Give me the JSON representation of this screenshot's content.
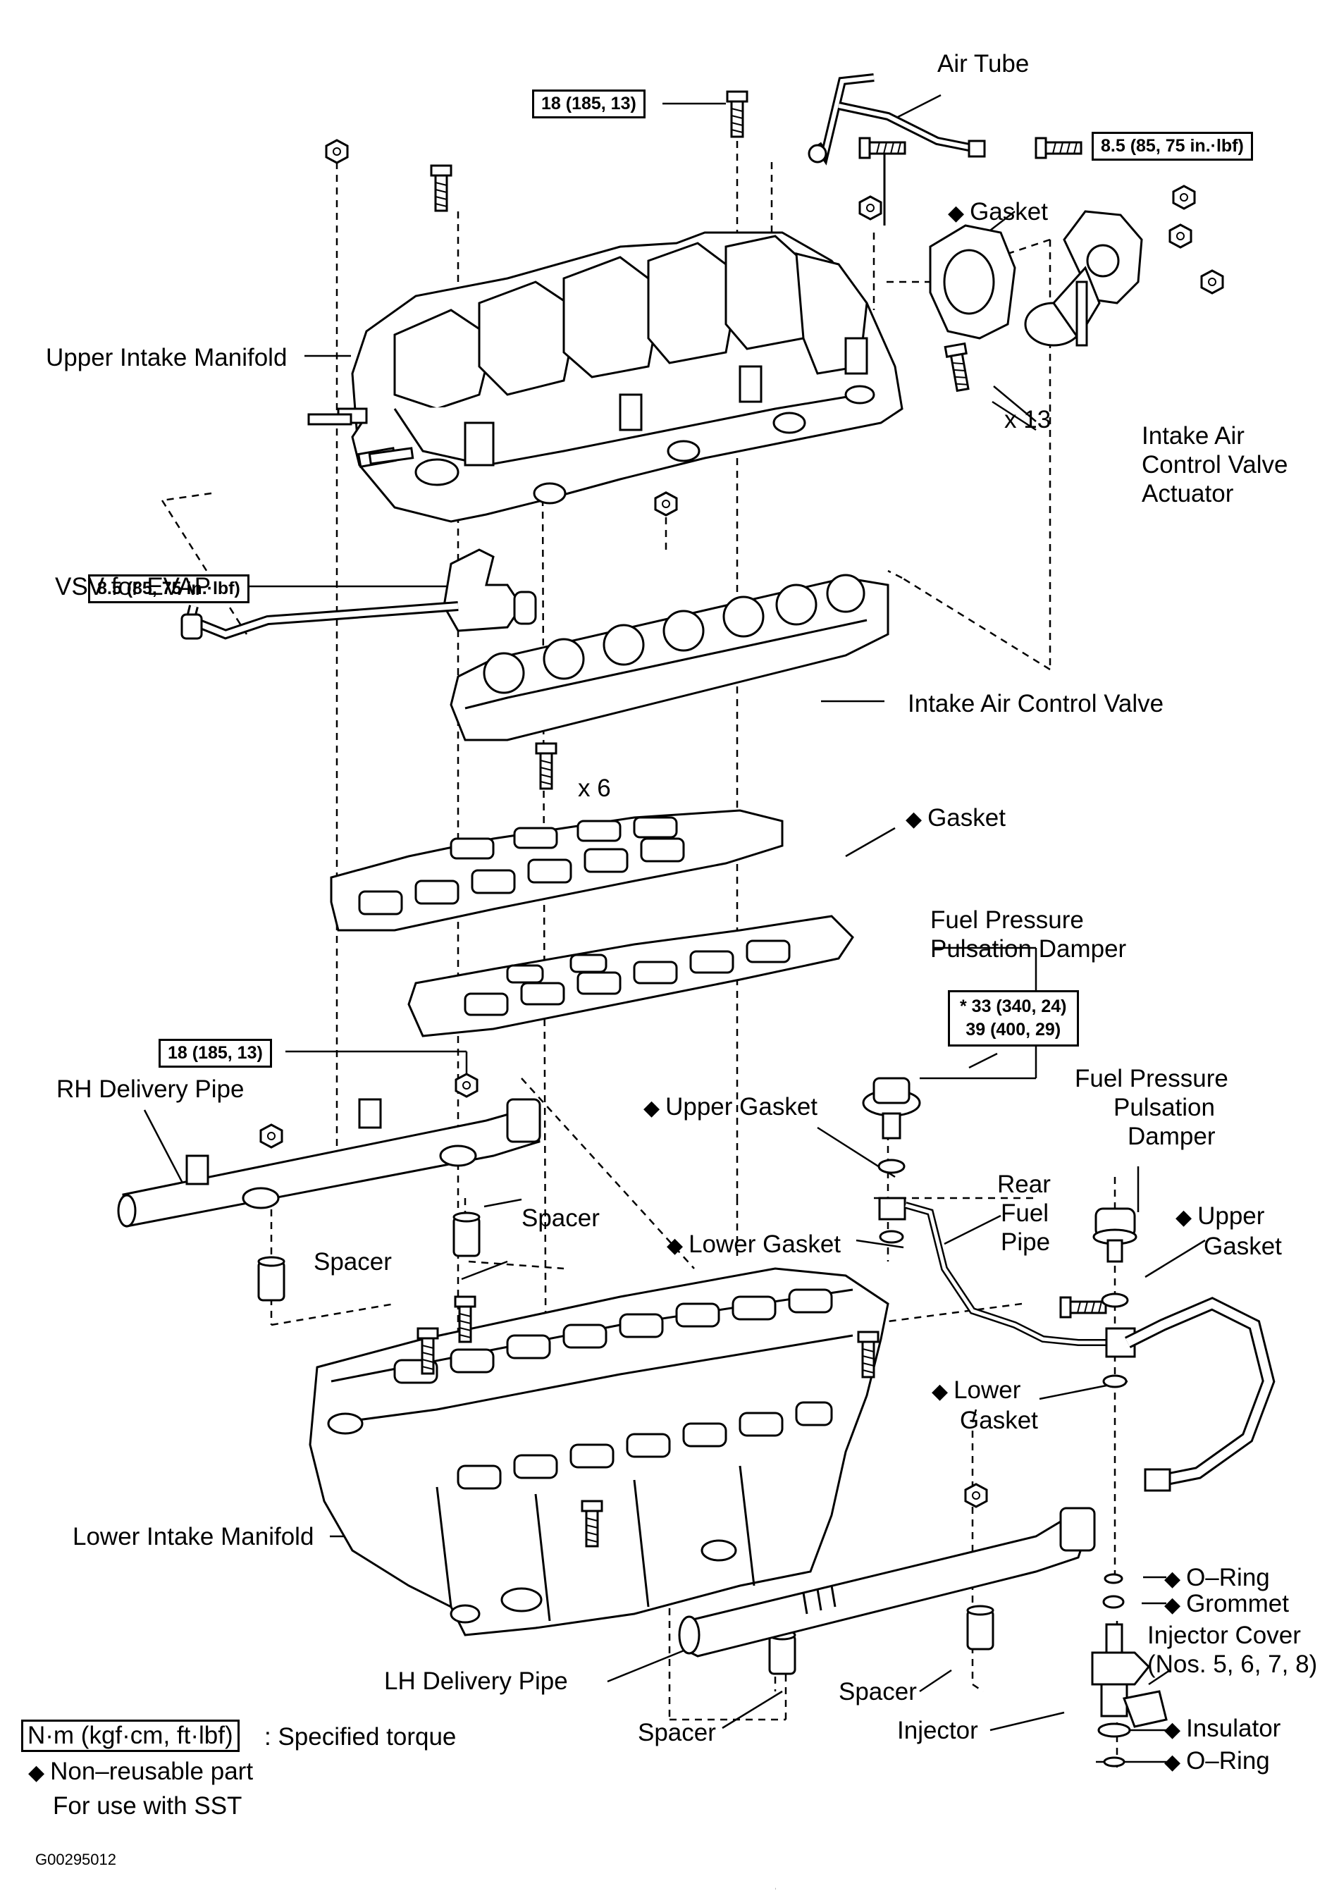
{
  "labels": {
    "air_tube": "Air Tube",
    "gasket_top": "Gasket",
    "upper_intake_manifold": "Upper Intake Manifold",
    "x13": "x 13",
    "iacv_actuator_1": "Intake Air",
    "iacv_actuator_2": "Control Valve",
    "iacv_actuator_3": "Actuator",
    "vsv_evap": "VSV for EVAP",
    "iacv": "Intake Air Control Valve",
    "x6": "x 6",
    "gasket_mid": "Gasket",
    "fppd_1_line1": "Fuel Pressure",
    "fppd_1_line2": "Pulsation Damper",
    "rh_delivery_pipe": "RH Delivery Pipe",
    "upper_gasket_1": "Upper Gasket",
    "fppd_2_line1": "Fuel Pressure",
    "fppd_2_line2": "Pulsation",
    "fppd_2_line3": "Damper",
    "spacer_1": "Spacer",
    "spacer_2": "Spacer",
    "rear_fuel_pipe_1": "Rear",
    "rear_fuel_pipe_2": "Fuel",
    "rear_fuel_pipe_3": "Pipe",
    "lower_gasket_1": "Lower Gasket",
    "upper_gasket_2_line1": "Upper",
    "upper_gasket_2_line2": "Gasket",
    "lower_gasket_2_line1": "Lower",
    "lower_gasket_2_line2": "Gasket",
    "lower_intake_manifold": "Lower Intake Manifold",
    "o_ring_1": "O–Ring",
    "grommet": "Grommet",
    "injector_cover_1": "Injector Cover",
    "injector_cover_2": "(Nos. 5, 6, 7, 8)",
    "lh_delivery_pipe": "LH Delivery Pipe",
    "spacer_3": "Spacer",
    "injector": "Injector",
    "insulator": "Insulator",
    "spacer_4": "Spacer",
    "o_ring_2": "O–Ring"
  },
  "torque": {
    "t1": "18 (185, 13)",
    "t2": "8.5 (85, 75 in.·lbf)",
    "t3": "8.5 (85, 75 in.·lbf)",
    "t4_line1": "* 33 (340, 24)",
    "t4_line2": "39 (400, 29)",
    "t5": "18 (185, 13)"
  },
  "legend": {
    "unit_box": "N·m (kgf·cm, ft·lbf)",
    "unit_desc": ": Specified torque",
    "non_reusable": "Non–reusable part",
    "sst": "For use with SST"
  },
  "figure_code": "G00295012",
  "icons": {
    "marker": "diamond-icon"
  }
}
